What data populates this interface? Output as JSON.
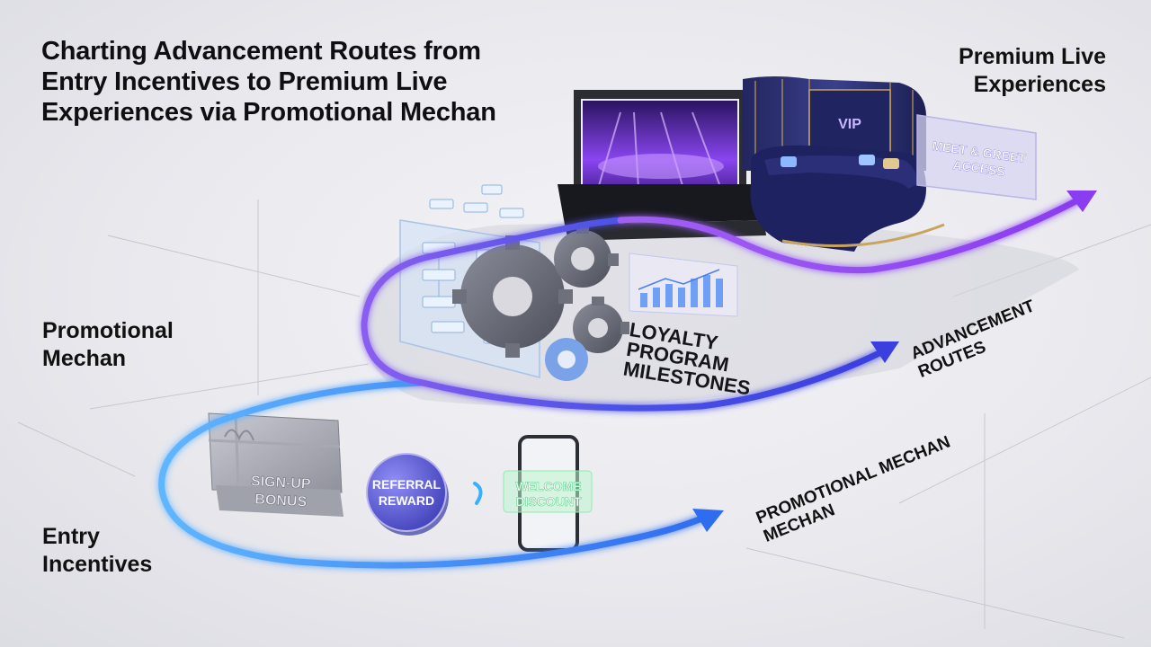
{
  "title": "Charting Advancement Routes from Entry Incentives to Premium Live Experiences via Promotional Mechan",
  "labels": {
    "premium_line1": "Premium Live",
    "premium_line2": "Experiences",
    "promo_line1": "Promotional",
    "promo_line2": "Mechan",
    "entry_line1": "Entry",
    "entry_line2": "Incentives",
    "advancement_line1": "ADVANCEMENT",
    "advancement_line2": "ROUTES",
    "promo_mechan_line1": "PROMOTIONAL MECHAN",
    "promo_mechan_line2": "MECHAN"
  },
  "items": {
    "signup_line1": "SIGN-UP",
    "signup_line2": "BONUS",
    "referral_line1": "REFERRAL",
    "referral_line2": "REWARD",
    "welcome_line1": "WELCOME",
    "welcome_line2": "DISCOUNT",
    "loyalty_line1": "LOYALTY",
    "loyalty_line2": "PROGRAM",
    "loyalty_line3": "MILESTONES",
    "vip": "VIP",
    "meet_line1": "MEET & GREET",
    "meet_line2": "ACCESS"
  },
  "colors": {
    "path_blue": "#3a8dff",
    "path_indigo": "#4a55e8",
    "path_violet": "#9a4cf2",
    "stage_purple": "#7b3cf0",
    "vip_navy": "#1c1f52",
    "gold": "#c9a45c",
    "welcome_green": "#6bf0a8"
  }
}
